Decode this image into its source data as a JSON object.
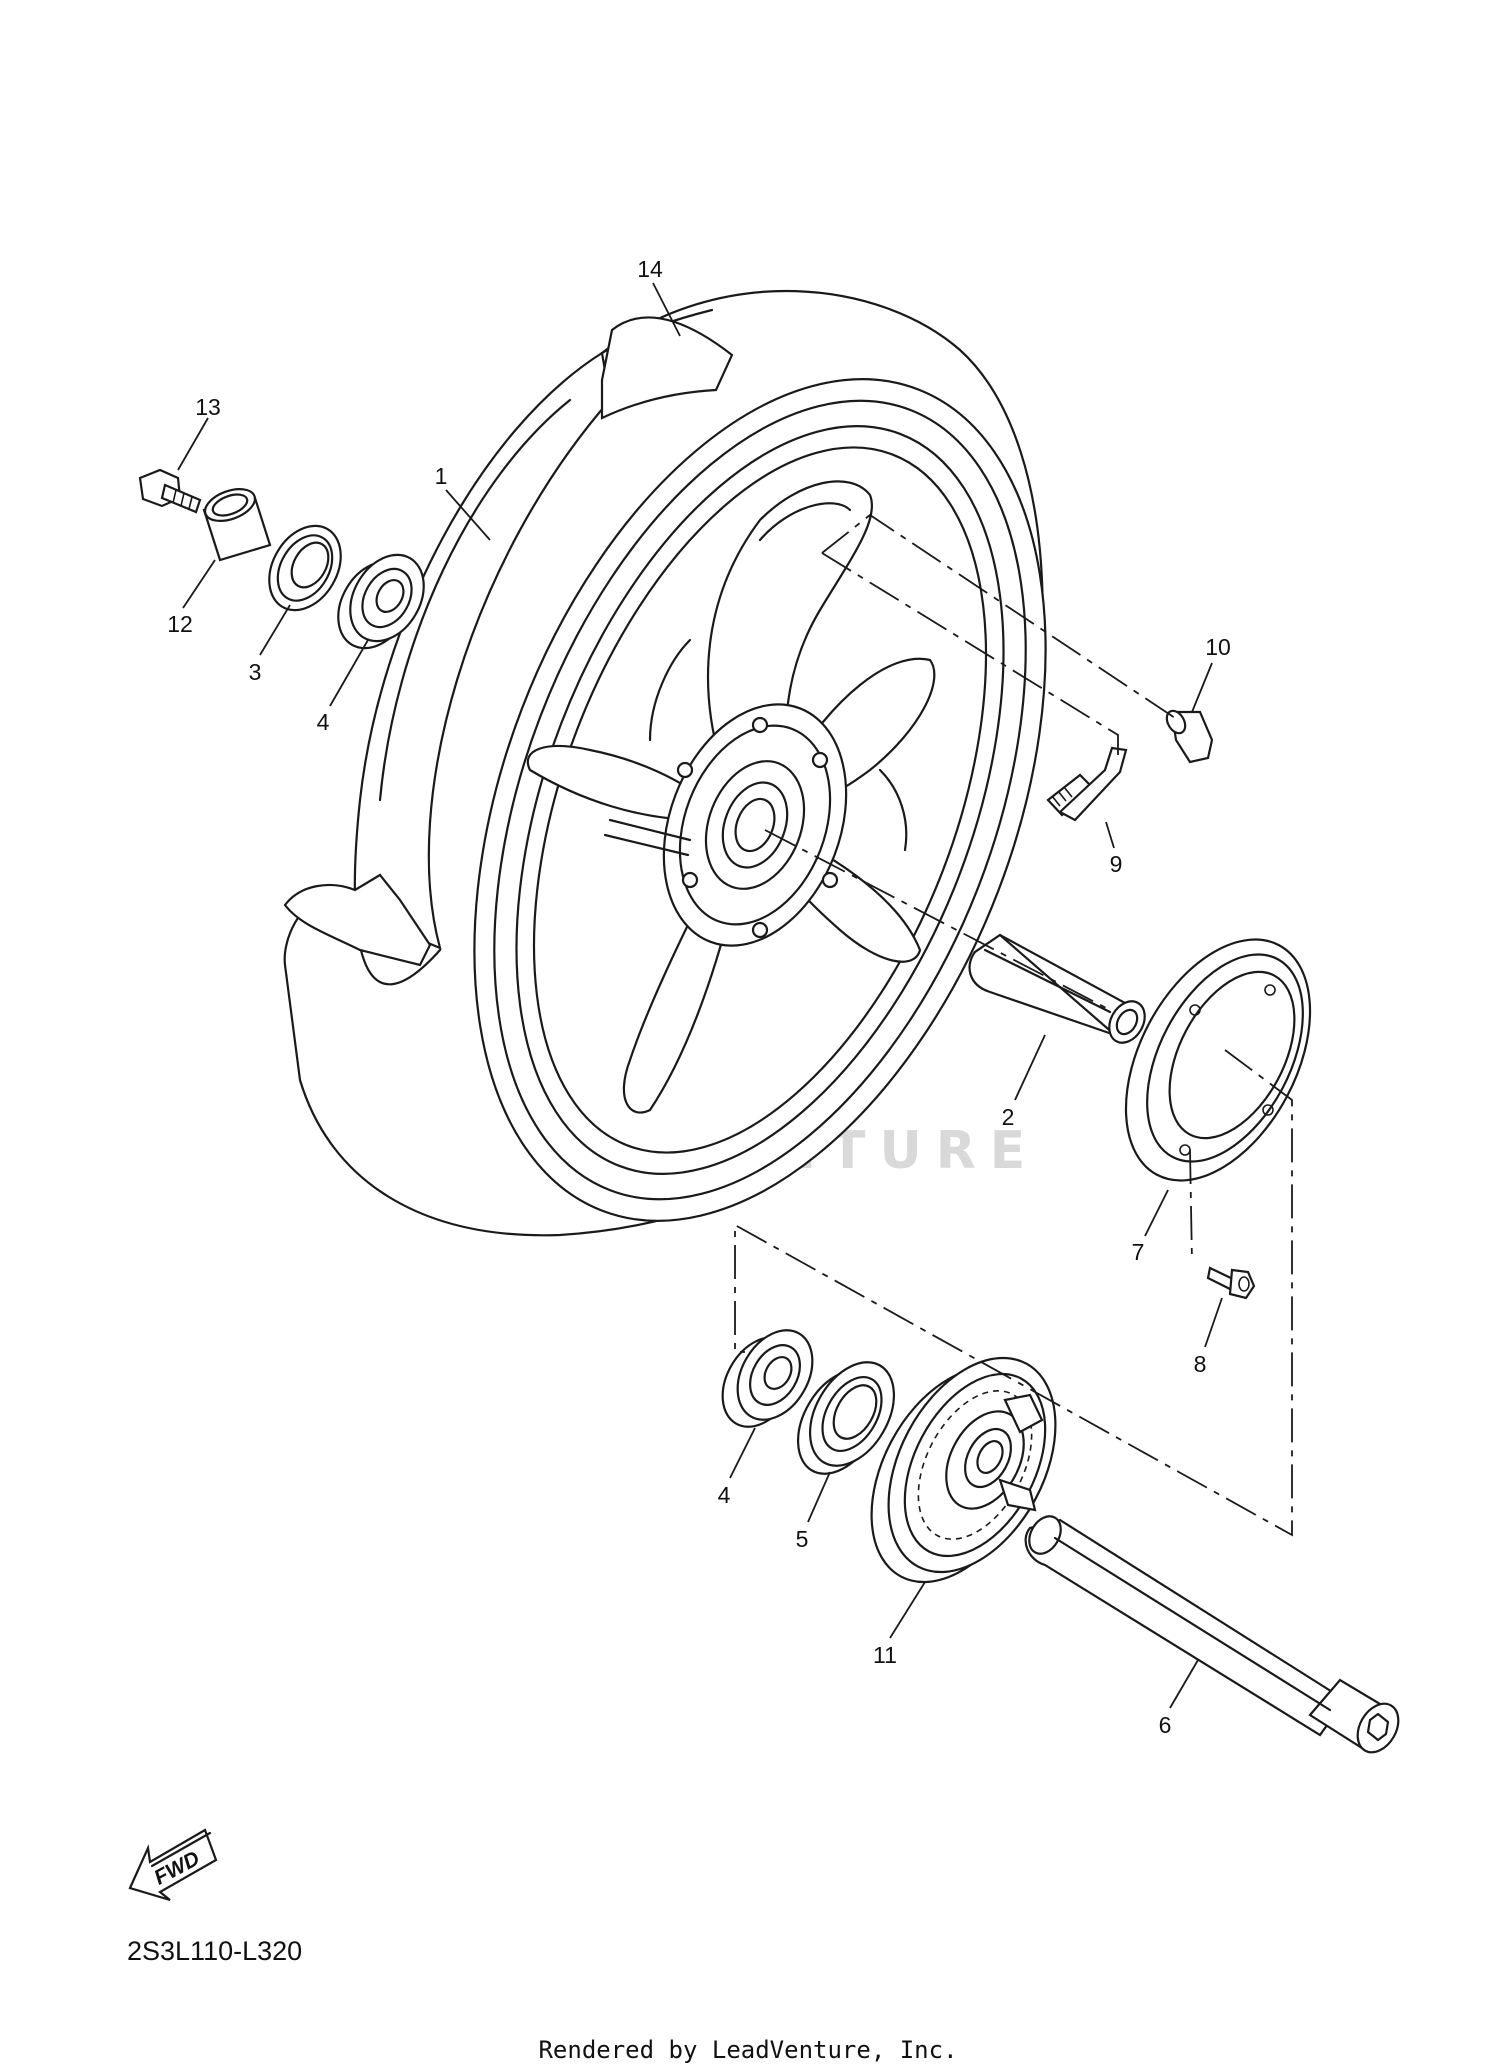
{
  "diagram": {
    "callouts": [
      {
        "id": "1",
        "text": "1"
      },
      {
        "id": "2",
        "text": "2"
      },
      {
        "id": "3",
        "text": "3"
      },
      {
        "id": "4a",
        "text": "4"
      },
      {
        "id": "4b",
        "text": "4"
      },
      {
        "id": "5",
        "text": "5"
      },
      {
        "id": "6",
        "text": "6"
      },
      {
        "id": "7",
        "text": "7"
      },
      {
        "id": "8",
        "text": "8"
      },
      {
        "id": "9",
        "text": "9"
      },
      {
        "id": "10",
        "text": "10"
      },
      {
        "id": "11",
        "text": "11"
      },
      {
        "id": "12",
        "text": "12"
      },
      {
        "id": "13",
        "text": "13"
      },
      {
        "id": "14",
        "text": "14"
      }
    ],
    "fwd_label": "FWD",
    "diagram_code": "2S3L110-L320",
    "watermark": "LEADVENTURE",
    "credit": "Rendered by LeadVenture, Inc.",
    "colors": {
      "line": "#1a1a1a",
      "watermark": "#d9d9d9",
      "background": "#ffffff"
    }
  }
}
